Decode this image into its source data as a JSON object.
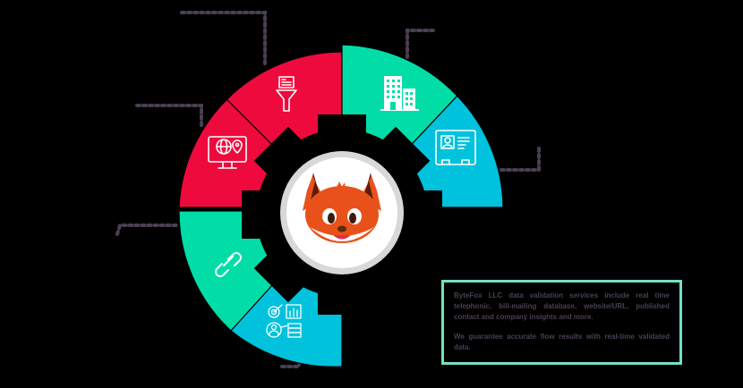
{
  "colors": {
    "background": "#000000",
    "red": "#ee0a3c",
    "green": "#02dda8",
    "cyan": "#00c2dc",
    "gear": "#000000",
    "center_ring": "#d8d8d8",
    "center_fill": "#ffffff",
    "dots": "#4a3f52",
    "box_border": "#73e0c4",
    "box_text": "#4a3f52"
  },
  "center": {
    "logo": "fox-mascot-logo"
  },
  "segments": [
    {
      "id": "funnel",
      "icon": "document-funnel-icon",
      "color": "red"
    },
    {
      "id": "web",
      "icon": "monitor-globe-location-icon",
      "color": "red"
    },
    {
      "id": "link",
      "icon": "chain-link-icon",
      "color": "green"
    },
    {
      "id": "analytics",
      "icon": "target-chart-user-database-icon",
      "color": "cyan"
    },
    {
      "id": "company",
      "icon": "office-buildings-icon",
      "color": "green"
    },
    {
      "id": "contact",
      "icon": "contact-id-card-icon",
      "color": "cyan"
    }
  ],
  "info_box": {
    "paragraph_1": "ByteFox LLC data validation services include real time telephonic, bill-mailing database, website/URL, published contact and company insights and more.",
    "paragraph_2": "We guarantee accurate flow results with real-time validated data."
  }
}
